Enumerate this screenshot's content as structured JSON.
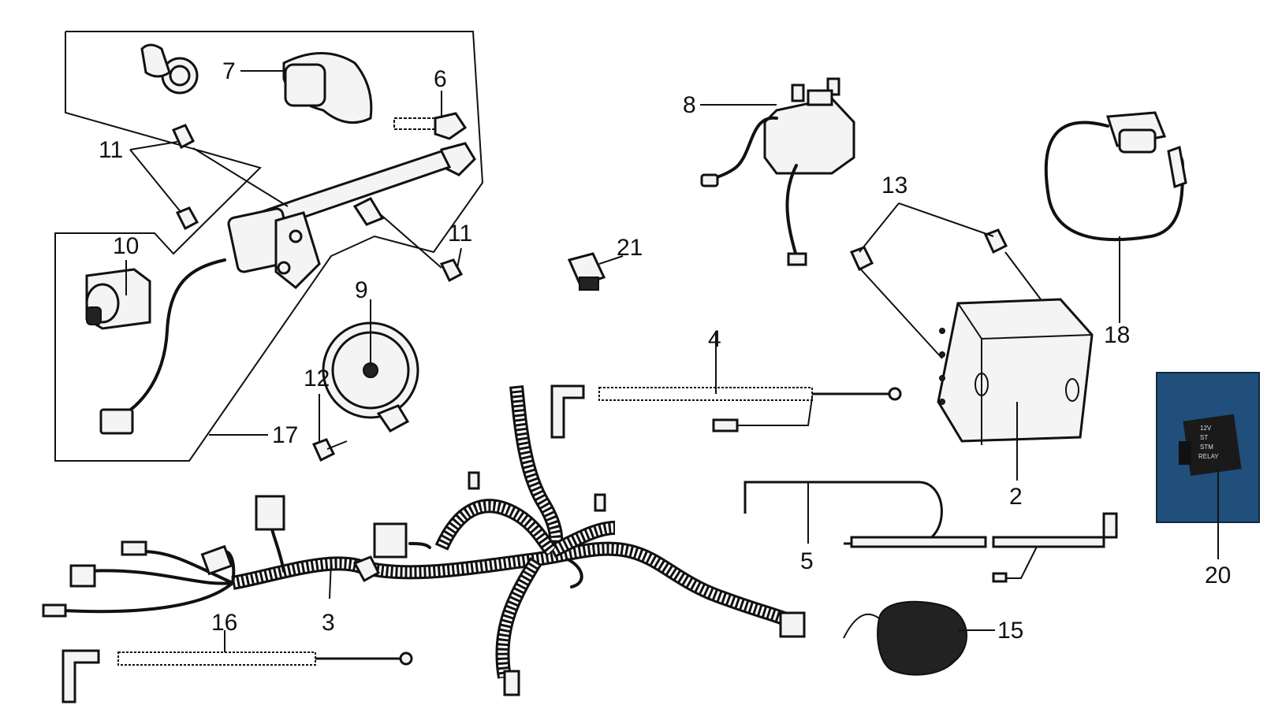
{
  "callouts": {
    "c2": "2",
    "c3": "3",
    "c4": "4",
    "c5": "5",
    "c6": "6",
    "c7": "7",
    "c8": "8",
    "c9": "9",
    "c10": "10",
    "c11a": "11",
    "c11b": "11",
    "c12": "12",
    "c13": "13",
    "c15": "15",
    "c16": "16",
    "c17": "17",
    "c18": "18",
    "c20": "20",
    "c21": "21"
  },
  "relay_print": [
    "12V",
    "ST",
    "STM",
    "RELAY"
  ],
  "colors": {
    "ink": "#111111",
    "relay_photo_bg": "#1f4f7a",
    "relay_body": "#1a1a1a"
  }
}
